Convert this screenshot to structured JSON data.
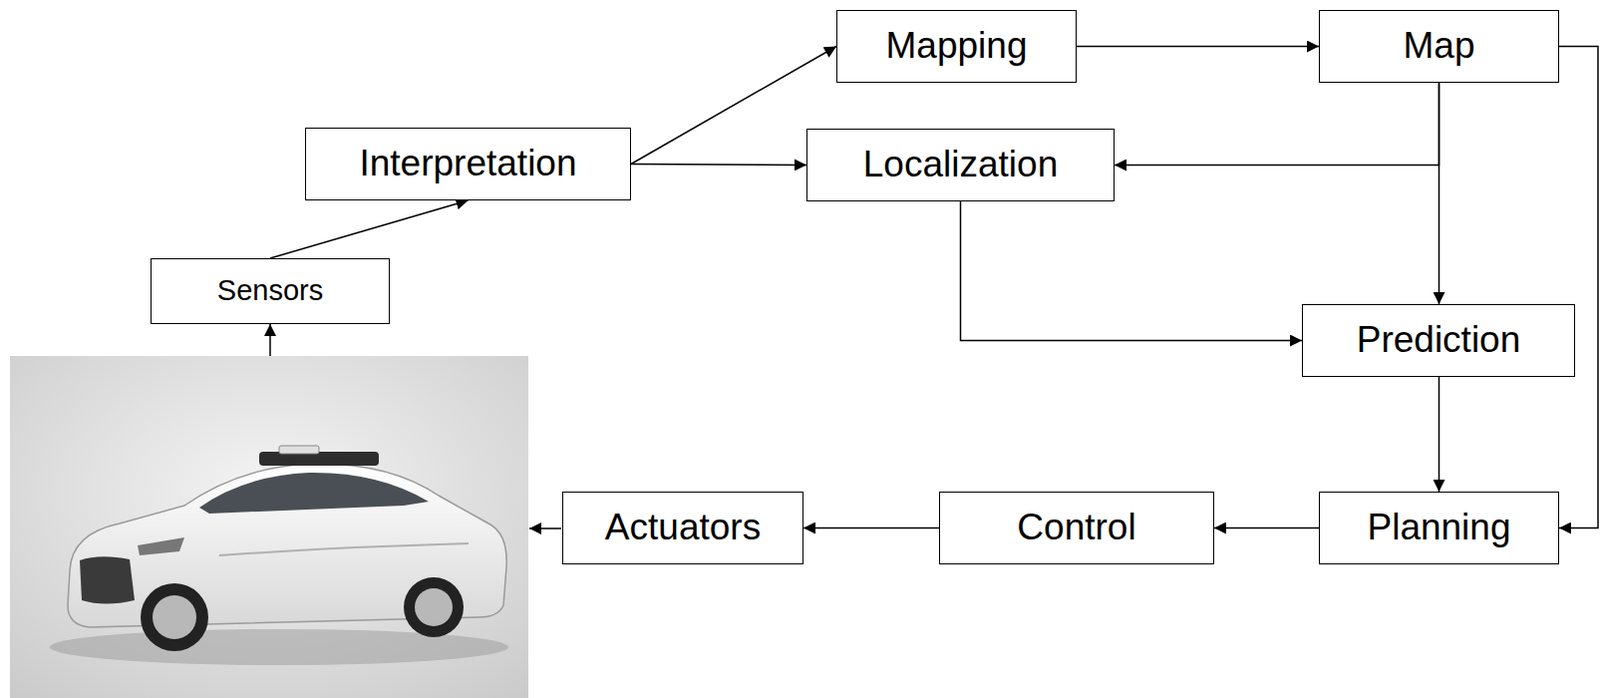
{
  "diagram": {
    "nodes": [
      {
        "text": [
          "Mapping"
        ]
      },
      {
        "text": [
          "Map"
        ]
      },
      {
        "text": [
          "Interpretation"
        ]
      },
      {
        "text": [
          "Localization"
        ]
      },
      {
        "text": [
          "Sensors"
        ]
      },
      {
        "text": [
          "Prediction"
        ]
      },
      {
        "text": [
          "Actuators"
        ]
      },
      {
        "text": [
          "Control"
        ]
      },
      {
        "text": [
          "Planning"
        ]
      }
    ],
    "edges": [
      {
        "from": 4,
        "to": 2,
        "arrow": "to"
      },
      {
        "from": 2,
        "to": 0,
        "arrow": "to"
      },
      {
        "from": 2,
        "to": 3,
        "arrow": "to"
      },
      {
        "from": 0,
        "to": 1,
        "arrow": "to"
      },
      {
        "from": 1,
        "to": 3,
        "arrow": "to"
      },
      {
        "from": 1,
        "to": 5,
        "arrow": "to"
      },
      {
        "from": 3,
        "to": 5,
        "arrow": "to"
      },
      {
        "from": 5,
        "to": 8,
        "arrow": "to"
      },
      {
        "from": 1,
        "to": 8,
        "arrow": "to"
      },
      {
        "from": 8,
        "to": 7,
        "arrow": "to"
      },
      {
        "from": 7,
        "to": 6,
        "arrow": "to"
      }
    ]
  }
}
